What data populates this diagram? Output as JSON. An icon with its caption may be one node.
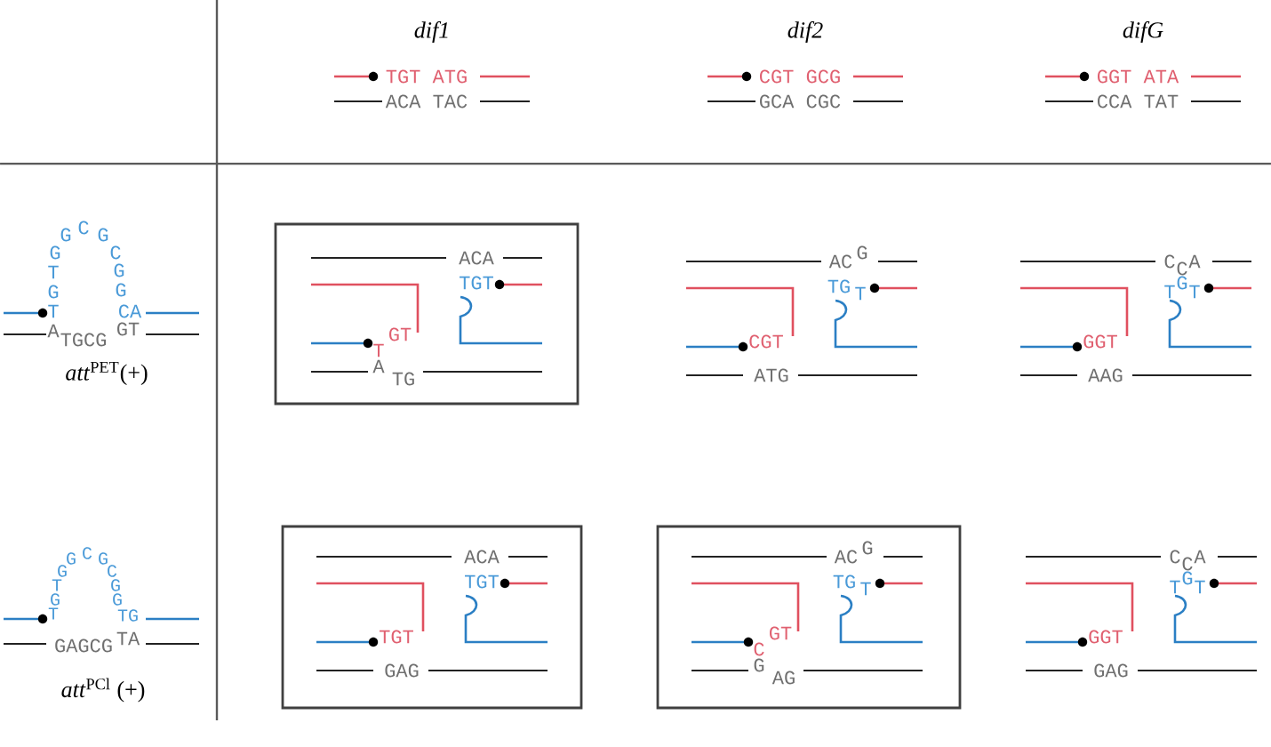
{
  "diagram": {
    "nodes": [
      {
        "text": [
          "ACA",
          "TGT",
          "T",
          "GT",
          "A",
          "TG"
        ]
      },
      {
        "text": [
          "ACA",
          "TGT",
          "TGT",
          "GAG"
        ]
      },
      {
        "text": [
          "AC",
          "G",
          "TG",
          "T",
          "C",
          "GT",
          "G",
          "AG"
        ]
      }
    ],
    "labels": [
      "dif1",
      "dif2",
      "difG",
      "TGT ATG",
      "ACA TAC",
      "CGT GCG",
      "GCA CGC",
      "GGT ATA",
      "CCA TAT",
      "T",
      "G",
      "T",
      "G",
      "G",
      "C",
      "G",
      "C",
      "G",
      "G",
      "CA",
      "A",
      "TGCG",
      "GT",
      "*att*$^{PET}$(+)",
      "AC",
      "G",
      "TG",
      "T",
      "CGT",
      "ATG",
      "C",
      "C",
      "A",
      "T",
      "G",
      "T",
      "GGT",
      "AAG",
      "T",
      "G",
      "T",
      "G",
      "G",
      "C",
      "G",
      "C",
      "G",
      "G",
      "TG",
      "GAGCG",
      "TA",
      "*att*$^{PCl}$ (+)",
      "C",
      "C",
      "A",
      "T",
      "G",
      "T",
      "GGT",
      "GAG"
    ]
  }
}
